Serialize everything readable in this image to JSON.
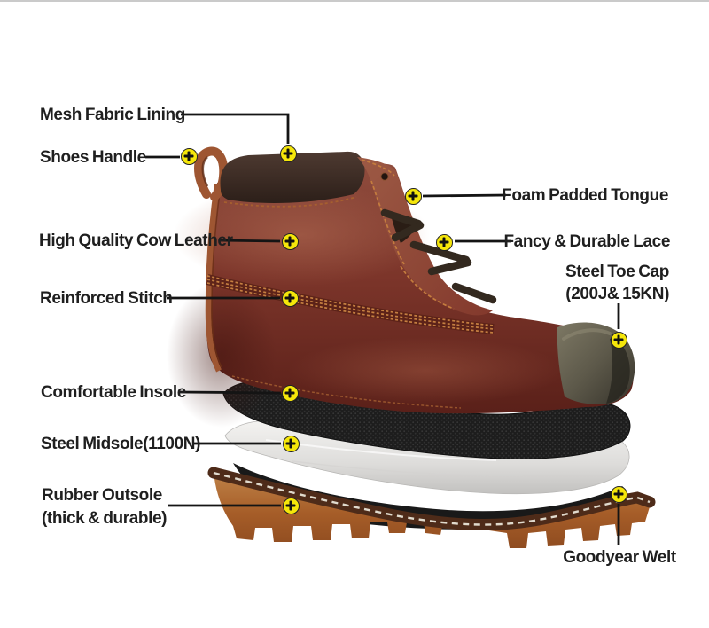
{
  "meta": {
    "title": "Safety boot exploded-view feature diagram"
  },
  "style": {
    "background": "#ffffff",
    "top_rule_color": "#cacaca",
    "text_color": "#1f1f1f",
    "leader_line_color": "#141414",
    "marker_fill": "#f5e60a",
    "marker_border": "#222222",
    "leather_color": "#7c352a",
    "collar_color": "#3a2a22",
    "toe_cap_color": "#5d594a",
    "insole_color": "#1e1e1e",
    "midsole_color": "#e6e5e3",
    "outsole_color": "#a96231",
    "welt_color": "#4e2b19"
  },
  "marker_icon": {
    "symbol": "+",
    "name": "plus-icon"
  },
  "callouts": {
    "mesh_fabric_lining": {
      "label": "Mesh Fabric Lining"
    },
    "shoes_handle": {
      "label": "Shoes Handle"
    },
    "high_quality_cow_leather": {
      "label": "High Quality Cow Leather"
    },
    "reinforced_stitch": {
      "label": "Reinforced Stitch"
    },
    "comfortable_insole": {
      "label": "Comfortable Insole"
    },
    "steel_midsole": {
      "label": "Steel Midsole(1100N)"
    },
    "rubber_outsole": {
      "label_line1": "Rubber Outsole",
      "label_line2": "(thick & durable)"
    },
    "foam_padded_tongue": {
      "label": "Foam Padded Tongue"
    },
    "fancy_durable_lace": {
      "label": "Fancy & Durable Lace"
    },
    "steel_toe_cap": {
      "label_line1": "Steel Toe Cap",
      "label_line2": "(200J& 15KN)"
    },
    "goodyear_welt": {
      "label": "Goodyear Welt"
    }
  }
}
